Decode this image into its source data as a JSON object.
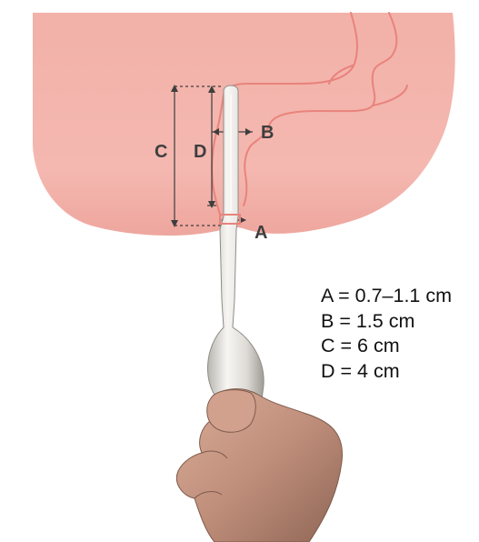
{
  "diagram": {
    "labels": {
      "a": "A",
      "b": "B",
      "c": "C",
      "d": "D"
    },
    "legend": [
      "A = 0.7–1.1 cm",
      "B = 1.5 cm",
      "C = 6 cm",
      "D = 4 cm"
    ],
    "colors": {
      "tissue": "#f3b3ab",
      "vessel": "#e8837c",
      "dimension_lines": "#3e3e3e",
      "probe": "#e9e7e3",
      "hand": "#c99a86"
    }
  }
}
